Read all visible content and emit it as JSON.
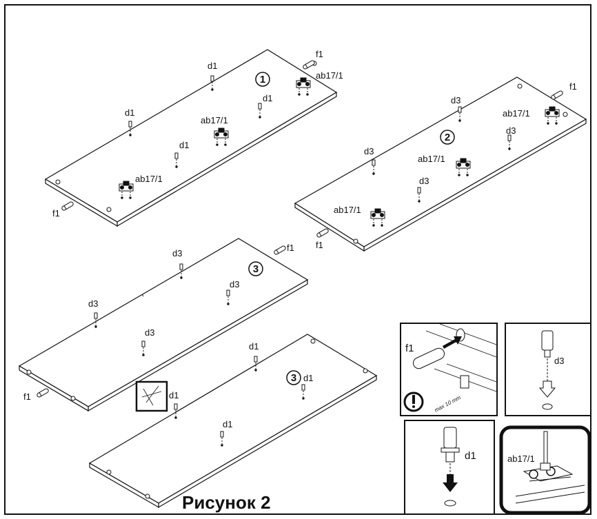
{
  "caption": "Рисунок 2",
  "colors": {
    "line": "#111111",
    "background": "#ffffff",
    "panel_edge": "#222222"
  },
  "panels": [
    {
      "number": "1",
      "labels": [
        "f1",
        "d1",
        "ab17/1",
        "d1",
        "d1",
        "ab17/1",
        "d1",
        "ab17/1",
        "f1"
      ]
    },
    {
      "number": "2",
      "labels": [
        "f1",
        "d3",
        "ab17/1",
        "d3",
        "d3",
        "ab17/1",
        "d3",
        "ab17/1",
        "f1"
      ]
    },
    {
      "number": "3",
      "labels": [
        "d3",
        "f1",
        "d3",
        "d3",
        "d3",
        "f1"
      ]
    },
    {
      "number": "3",
      "labels": [
        "d1",
        "d1",
        "d1",
        "d1"
      ]
    }
  ],
  "details": {
    "dowel": {
      "label": "f1",
      "note": "max 10 mm",
      "warning_icon": "exclamation-icon"
    },
    "pin_d3": {
      "label": "d3"
    },
    "pin_d1": {
      "label": "d1"
    },
    "hinge": {
      "label": "ab17/1"
    }
  }
}
